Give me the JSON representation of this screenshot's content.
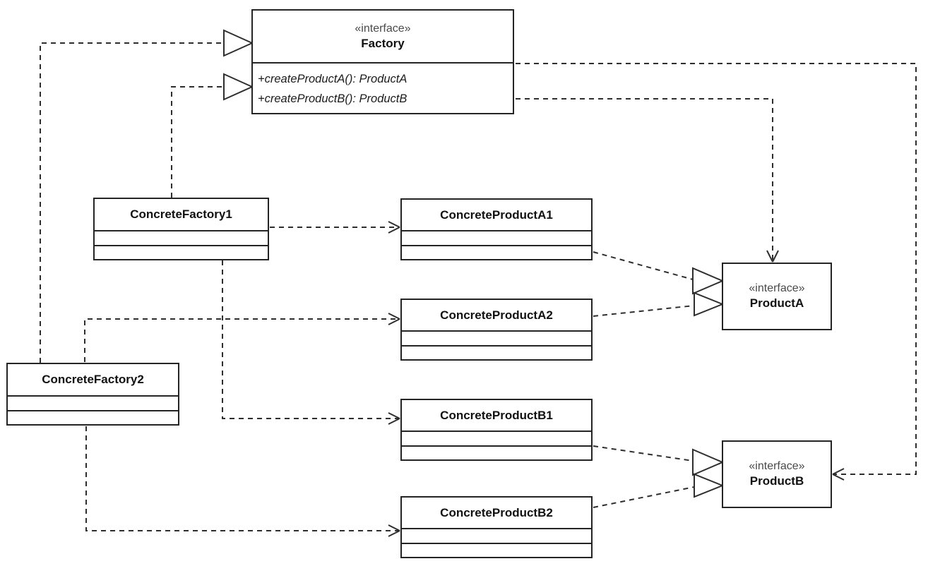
{
  "diagram": {
    "kind": "uml-class-diagram",
    "pattern": "Abstract Factory"
  },
  "colors": {
    "background": "#ffffff",
    "box_fill": "#ffffff",
    "box_border": "#242424",
    "edge_line": "#2e2e2e",
    "class_name_text": "#111111",
    "stereotype_text": "#4a4a4a"
  },
  "nodes": {
    "factory": {
      "stereotype": "«interface»",
      "name": "Factory",
      "methods": [
        "+createProductA(): ProductA",
        "+createProductB(): ProductB"
      ]
    },
    "concreteFactory1": {
      "name": "ConcreteFactory1"
    },
    "concreteFactory2": {
      "name": "ConcreteFactory2"
    },
    "concreteProductA1": {
      "name": "ConcreteProductA1"
    },
    "concreteProductA2": {
      "name": "ConcreteProductA2"
    },
    "concreteProductB1": {
      "name": "ConcreteProductB1"
    },
    "concreteProductB2": {
      "name": "ConcreteProductB2"
    },
    "productA": {
      "stereotype": "«interface»",
      "name": "ProductA"
    },
    "productB": {
      "stereotype": "«interface»",
      "name": "ProductB"
    }
  },
  "relationships": [
    {
      "type": "realization",
      "from": "ConcreteFactory1",
      "to": "Factory"
    },
    {
      "type": "realization",
      "from": "ConcreteFactory2",
      "to": "Factory"
    },
    {
      "type": "realization",
      "from": "ConcreteProductA1",
      "to": "ProductA"
    },
    {
      "type": "realization",
      "from": "ConcreteProductA2",
      "to": "ProductA"
    },
    {
      "type": "realization",
      "from": "ConcreteProductB1",
      "to": "ProductB"
    },
    {
      "type": "realization",
      "from": "ConcreteProductB2",
      "to": "ProductB"
    },
    {
      "type": "dependency",
      "from": "ConcreteFactory1",
      "to": "ConcreteProductA1"
    },
    {
      "type": "dependency",
      "from": "ConcreteFactory1",
      "to": "ConcreteProductB1"
    },
    {
      "type": "dependency",
      "from": "ConcreteFactory2",
      "to": "ConcreteProductA2"
    },
    {
      "type": "dependency",
      "from": "ConcreteFactory2",
      "to": "ConcreteProductB2"
    },
    {
      "type": "dependency",
      "from": "Factory.createProductA()",
      "to": "ProductA"
    },
    {
      "type": "dependency",
      "from": "Factory.createProductB()",
      "to": "ProductB"
    }
  ]
}
